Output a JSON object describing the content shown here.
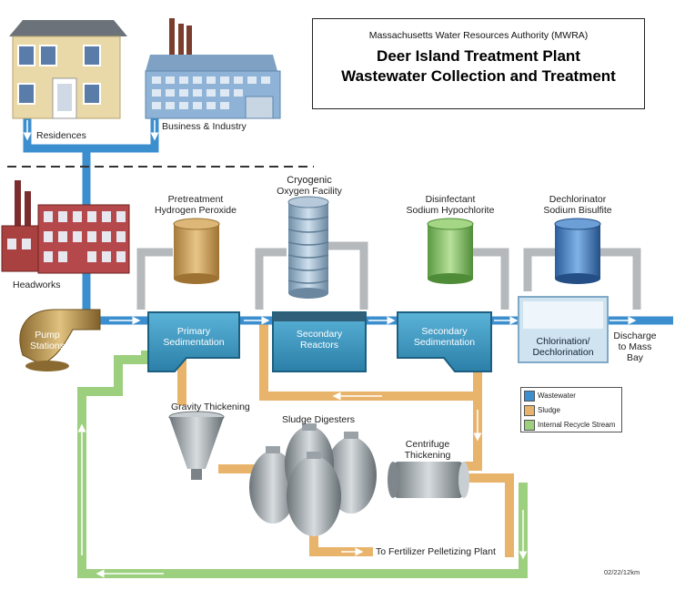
{
  "header": {
    "organization": "Massachusetts Water Resources Authority (MWRA)",
    "title_line1": "Deer Island Treatment Plant",
    "title_line2": "Wastewater Collection and Treatment"
  },
  "sources": {
    "residences": "Residences",
    "business": "Business & Industry"
  },
  "facilities": {
    "headworks": "Headworks",
    "pump_line1": "Pump",
    "pump_line2": "Stations",
    "primary_line1": "Primary",
    "primary_line2": "Sedimentation",
    "secondary_reactors_line1": "Secondary",
    "secondary_reactors_line2": "Reactors",
    "secondary_sed_line1": "Secondary",
    "secondary_sed_line2": "Sedimentation",
    "chlorination_line1": "Chlorination/",
    "chlorination_line2": "Dechlorination",
    "discharge_line1": "Discharge",
    "discharge_line2": "to Mass",
    "discharge_line3": "Bay",
    "gravity_thickening": "Gravity Thickening",
    "sludge_digesters": "Sludge Digesters",
    "centrifuge_line1": "Centrifuge",
    "centrifuge_line2": "Thickening",
    "fertilizer": "To Fertilizer Pelletizing Plant"
  },
  "chemicals": {
    "pretreatment_line1": "Pretreatment",
    "pretreatment_line2": "Hydrogen Peroxide",
    "cryogenic_line1": "Cryogenic",
    "cryogenic_line2": "Oxygen Facility",
    "disinfectant_line1": "Disinfectant",
    "disinfectant_line2": "Sodium Hypochlorite",
    "dechlorinator_line1": "Dechlorinator",
    "dechlorinator_line2": "Sodium Bisulfite"
  },
  "legend": {
    "wastewater": "Wastewater",
    "sludge": "Sludge",
    "recycle": "Internal Recycle Stream",
    "colors": {
      "wastewater": "#3c8fcf",
      "sludge": "#e8b36b",
      "recycle": "#9ccf7e"
    }
  },
  "stamp": "02/22/12km"
}
